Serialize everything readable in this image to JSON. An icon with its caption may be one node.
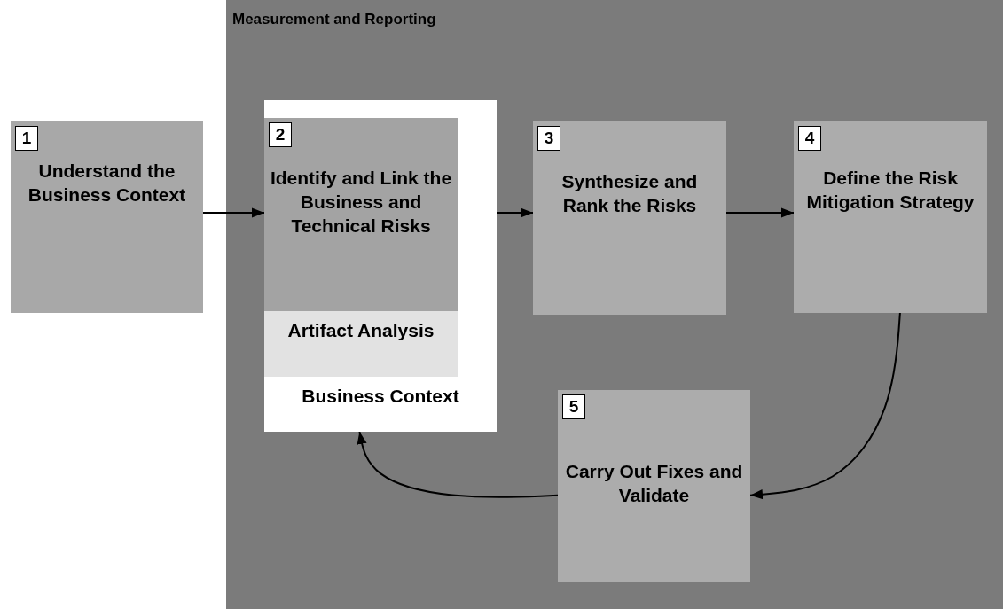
{
  "diagram": {
    "nodes": [
      {
        "text": [
          "Measurement and Reporting"
        ]
      },
      {
        "text": [
          "1",
          "Understand the Business Context"
        ]
      },
      {
        "text": [
          "Business Context"
        ],
        "in": 0
      },
      {
        "text": [
          "2",
          "Identify and Link the Business and Technical Risks"
        ],
        "in": 2
      },
      {
        "text": [
          "Artifact Analysis"
        ],
        "in": 2
      },
      {
        "text": [
          "3",
          "Synthesize and Rank the Risks"
        ],
        "in": 0
      },
      {
        "text": [
          "4",
          "Define the Risk Mitigation Strategy"
        ],
        "in": 0
      },
      {
        "text": [
          "5",
          "Carry Out Fixes and Validate"
        ],
        "in": 0
      }
    ],
    "edges": [
      {
        "from": 1,
        "to": 3,
        "arrow": "to"
      },
      {
        "from": 3,
        "to": 5,
        "arrow": "to"
      },
      {
        "from": 5,
        "to": 6,
        "arrow": "to"
      },
      {
        "from": 6,
        "to": 7,
        "arrow": "to"
      },
      {
        "from": 7,
        "to": 2,
        "arrow": "to"
      }
    ]
  }
}
